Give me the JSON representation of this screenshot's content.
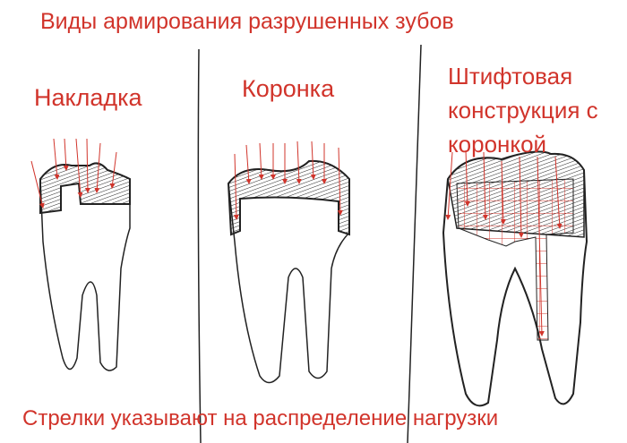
{
  "title": "Виды армирования разрушенных зубов",
  "panels": [
    {
      "label": "Накладка"
    },
    {
      "label": "Коронка"
    },
    {
      "label": "Штифтовая конструкция с коронкой"
    }
  ],
  "footer": "Стрелки указывают на распределение нагрузки",
  "colors": {
    "text": "#d1342b",
    "line": "#111111",
    "arrow": "#d1342b"
  }
}
